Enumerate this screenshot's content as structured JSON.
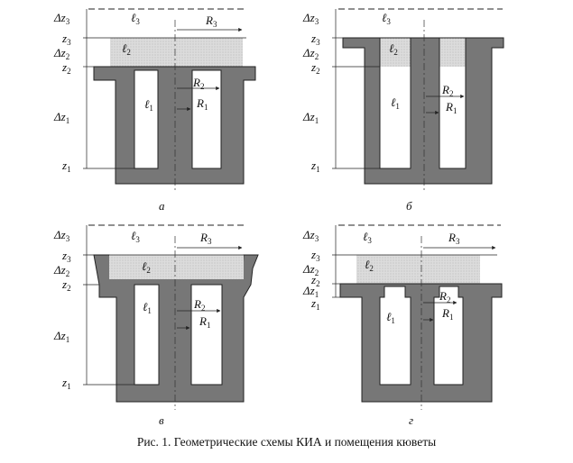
{
  "caption": "Рис. 1. Геометрические схемы КИА и помещения кюветы",
  "symbols": {
    "D": "Δ",
    "z": "z",
    "R": "R",
    "l": "ℓ"
  },
  "subs": {
    "one": "1",
    "two": "2",
    "three": "3"
  },
  "panels": [
    {
      "letter": "а"
    },
    {
      "letter": "б"
    },
    {
      "letter": "в"
    },
    {
      "letter": "г"
    }
  ]
}
